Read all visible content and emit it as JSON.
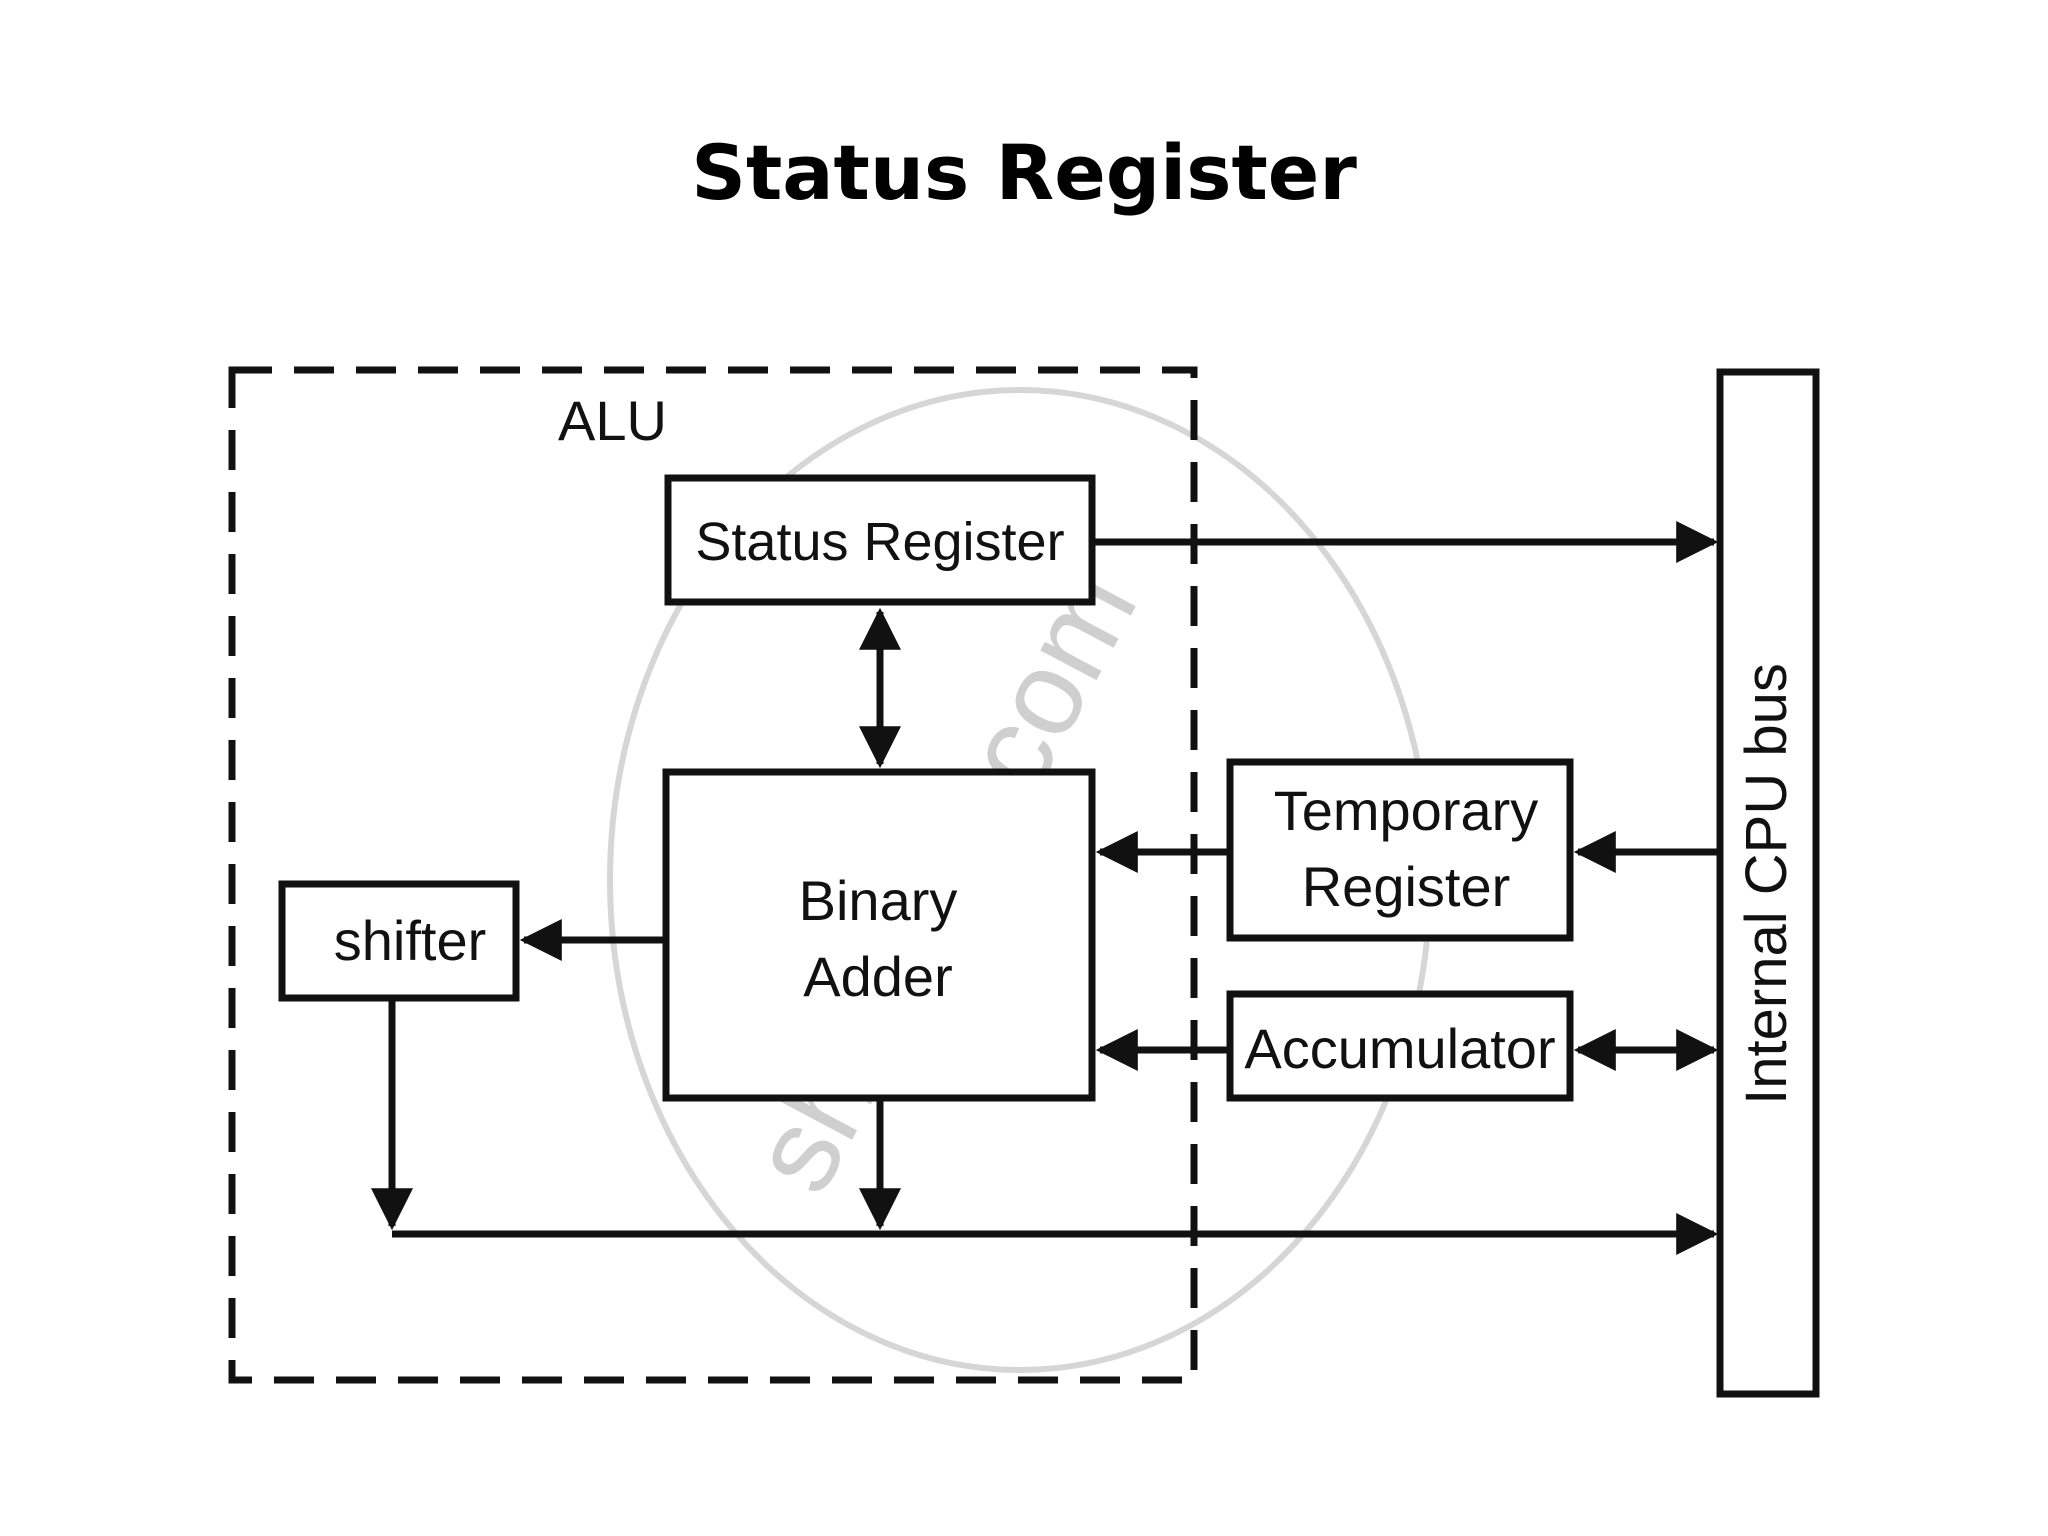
{
  "title": "Status Register",
  "diagram": {
    "alu_label": "ALU",
    "status_register": "Status Register",
    "binary_adder_line1": "Binary",
    "binary_adder_line2": "Adder",
    "shifter": "shifter",
    "temporary_register_line1": "Temporary",
    "temporary_register_line2": "Register",
    "accumulator": "Accumulator",
    "internal_bus": "Internal CPU bus"
  },
  "watermark": "shaalaa.com",
  "colors": {
    "ink": "#111111",
    "watermark": "#cfcfcf"
  }
}
